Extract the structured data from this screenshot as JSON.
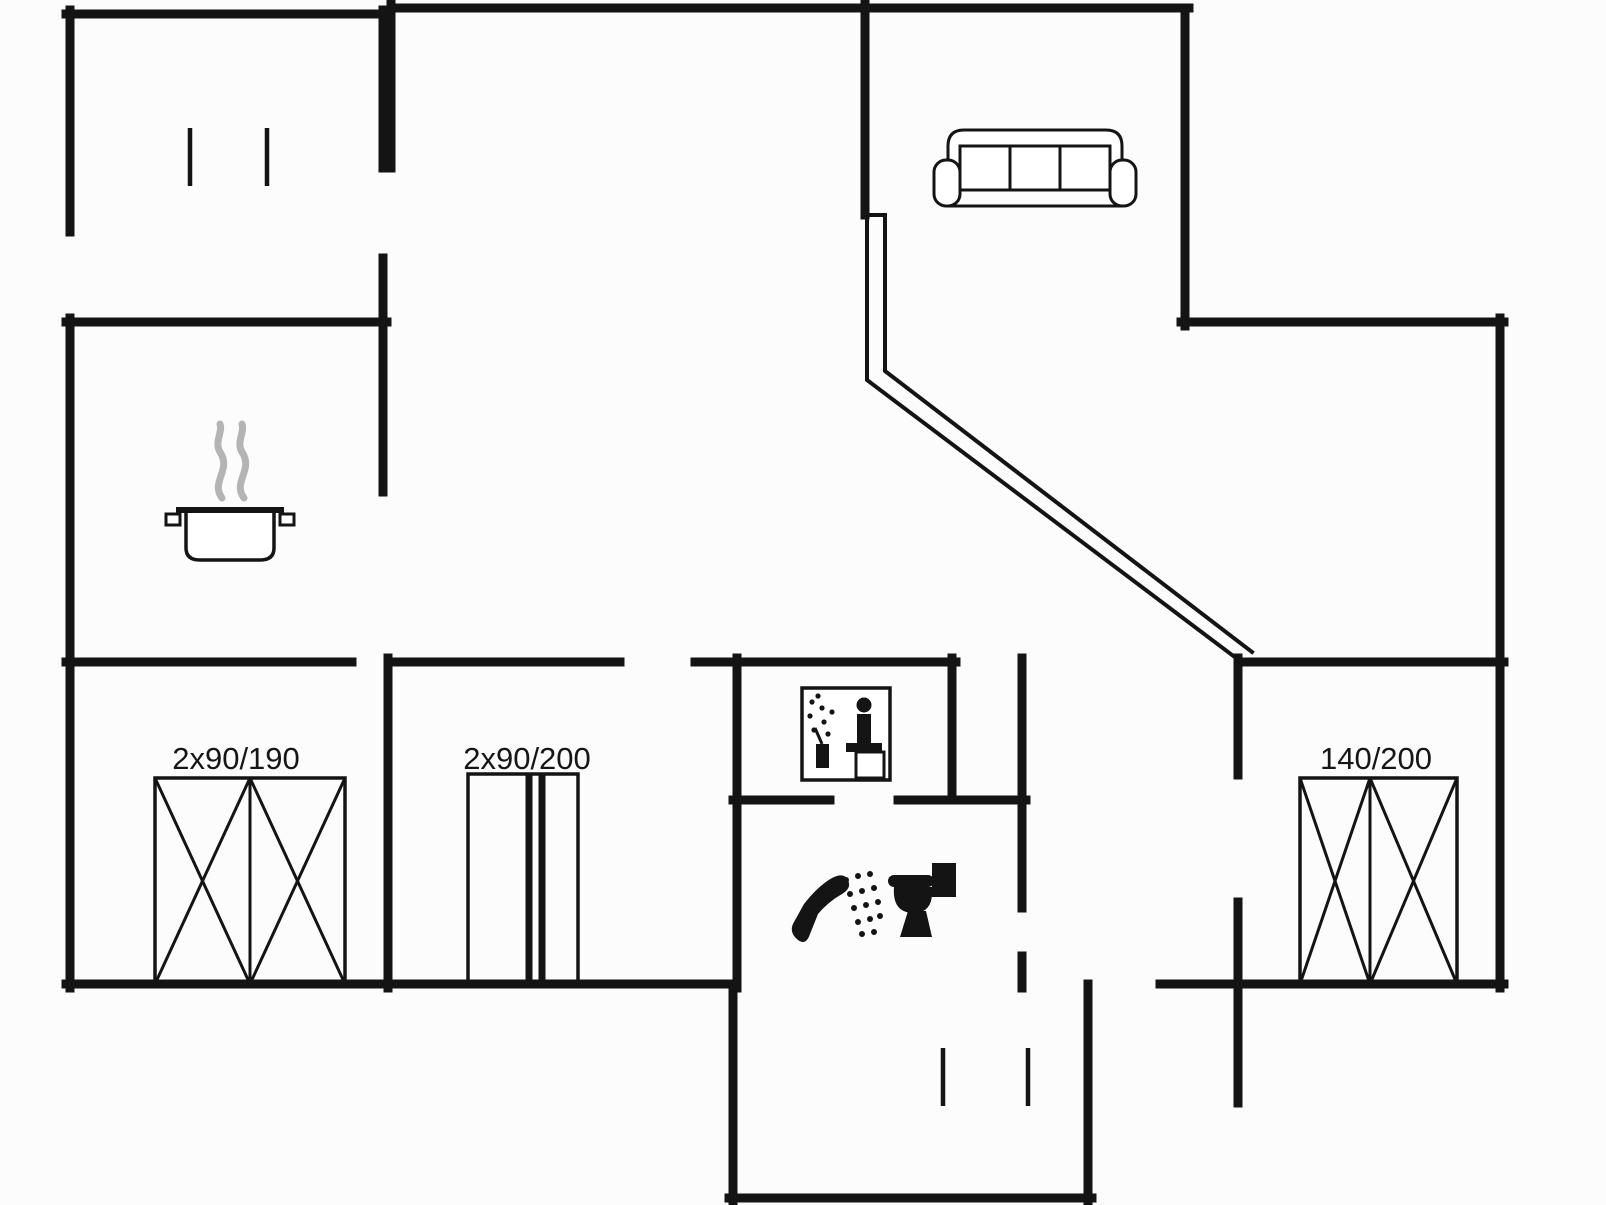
{
  "plan": {
    "type": "holiday-home-floor-plan",
    "colors": {
      "background": "#fcfcfc",
      "walls": "#141414",
      "steam": "#b4b4b4"
    },
    "bed_labels": {
      "left_double": "2x90/190",
      "middle_bunk": "2x90/200",
      "right_double": "140/200"
    },
    "icons": [
      "sofa-icon",
      "cooking-pot-icon",
      "steam-icon",
      "sauna-icon",
      "shower-icon",
      "toilet-icon",
      "window-icon",
      "double-bed-icon",
      "bunk-bed-icon"
    ]
  }
}
